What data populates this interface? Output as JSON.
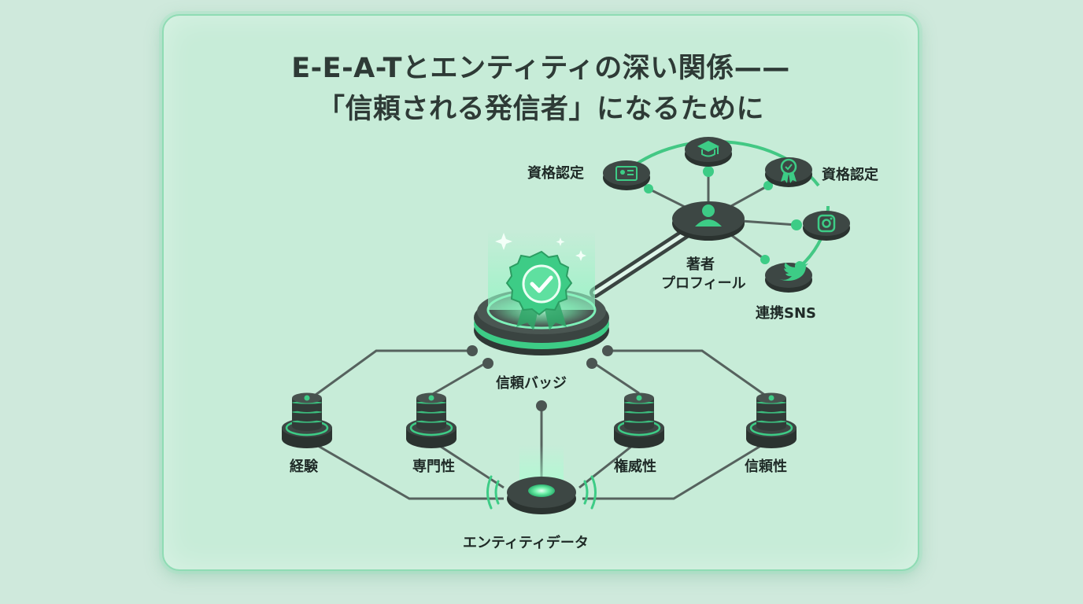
{
  "title": {
    "line1": "E-E-A-Tとエンティティの深い関係——",
    "line2": "「信頼される発信者」になるために"
  },
  "labels": {
    "cert_left": "資格認定",
    "cert_right": "資格認定",
    "author_profile_line1": "著者",
    "author_profile_line2": "プロフィール",
    "linked_sns": "連携SNS",
    "trust_badge": "信頼バッジ",
    "experience": "経験",
    "expertise": "専門性",
    "authoritativeness": "権威性",
    "trustworthiness": "信頼性",
    "entity_data": "エンティティデータ"
  },
  "icons": {
    "badge": "check-badge-icon",
    "author": "user-icon",
    "cert_left": "id-card-icon",
    "graduation": "graduation-cap-icon",
    "cert_right": "award-ribbon-icon",
    "instagram": "instagram-icon",
    "twitter": "twitter-bird-icon",
    "database": "database-icon",
    "signal": "signal-waves-icon"
  },
  "colors": {
    "accent": "#3dcc86",
    "glow": "#7ef0b8",
    "node_dark": "#3a4441",
    "line": "#56625e",
    "background": "#cfe9dc"
  }
}
